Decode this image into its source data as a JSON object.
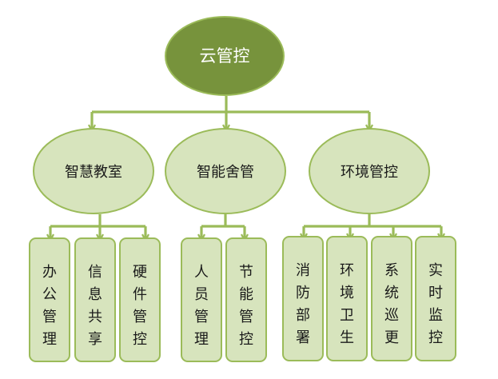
{
  "colors": {
    "root_fill": "#77933c",
    "root_stroke": "#9bbb59",
    "node_fill": "#d7e4bd",
    "node_stroke": "#9bbb59",
    "connector": "#9bbb59"
  },
  "root": {
    "label": "云管控"
  },
  "groups": [
    {
      "label": "智慧教室",
      "children": [
        {
          "label": "办公管理"
        },
        {
          "label": "信息共享"
        },
        {
          "label": "硬件管控"
        }
      ]
    },
    {
      "label": "智能舍管",
      "children": [
        {
          "label": "人员管理"
        },
        {
          "label": "节能管控"
        }
      ]
    },
    {
      "label": "环境管控",
      "children": [
        {
          "label": "消防部署"
        },
        {
          "label": "环境卫生"
        },
        {
          "label": "系统巡更"
        },
        {
          "label": "实时监控"
        }
      ]
    }
  ]
}
